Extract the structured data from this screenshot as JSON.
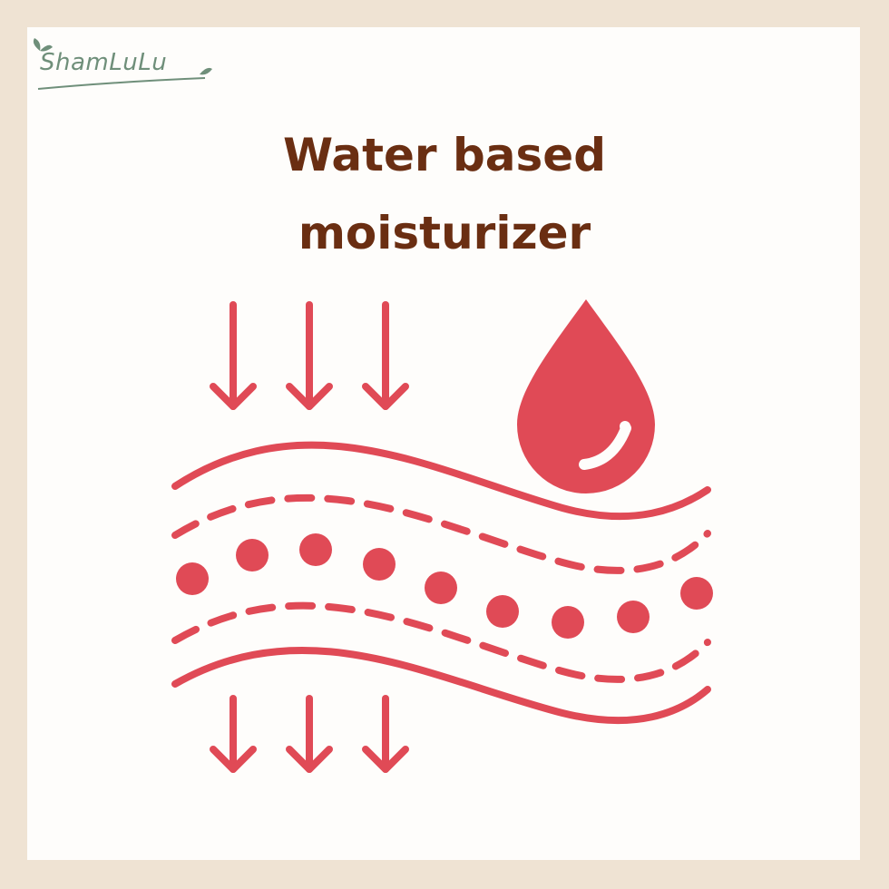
{
  "brand": {
    "name": "ShamLuLu"
  },
  "title": {
    "line1": "Water based",
    "line2": "moisturizer"
  },
  "colors": {
    "frame": "#efe3d3",
    "card": "#fefdfb",
    "title": "#6a2e12",
    "illustration": "#e04a56",
    "logo": "#6f8f7a"
  },
  "icons": [
    "down-arrow-icon",
    "water-drop-icon",
    "skin-layers-icon",
    "leaf-icon"
  ]
}
